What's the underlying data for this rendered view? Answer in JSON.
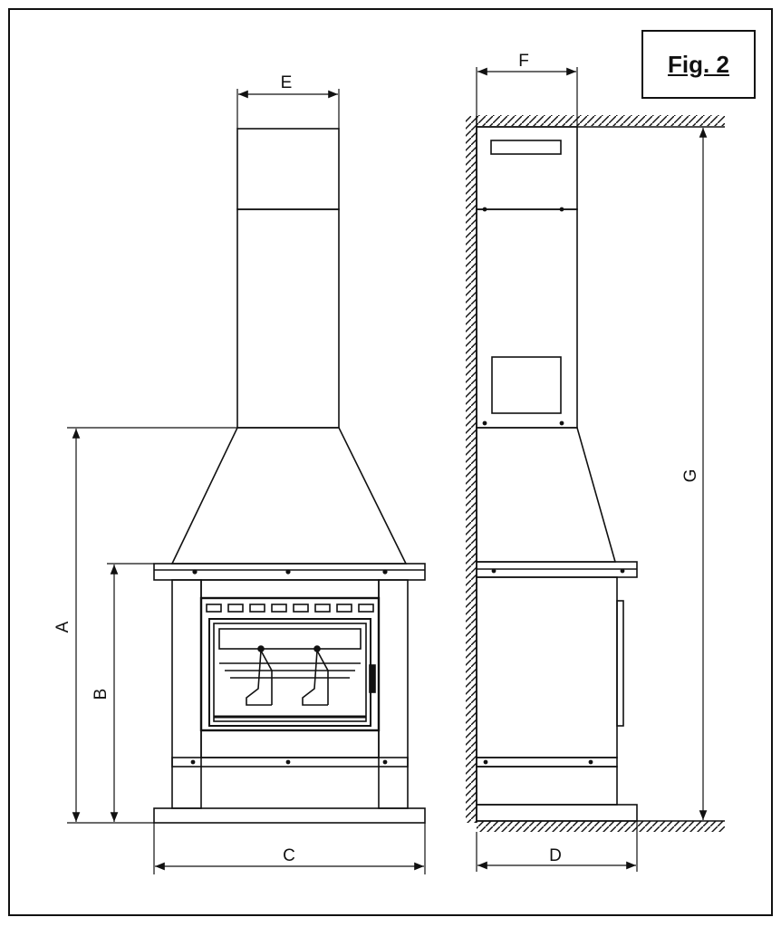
{
  "figure": {
    "label": "Fig. 2"
  },
  "dimensions": {
    "A": "A",
    "B": "B",
    "C": "C",
    "D": "D",
    "E": "E",
    "F": "F",
    "G": "G"
  },
  "colors": {
    "line": "#111111",
    "background": "#ffffff"
  }
}
